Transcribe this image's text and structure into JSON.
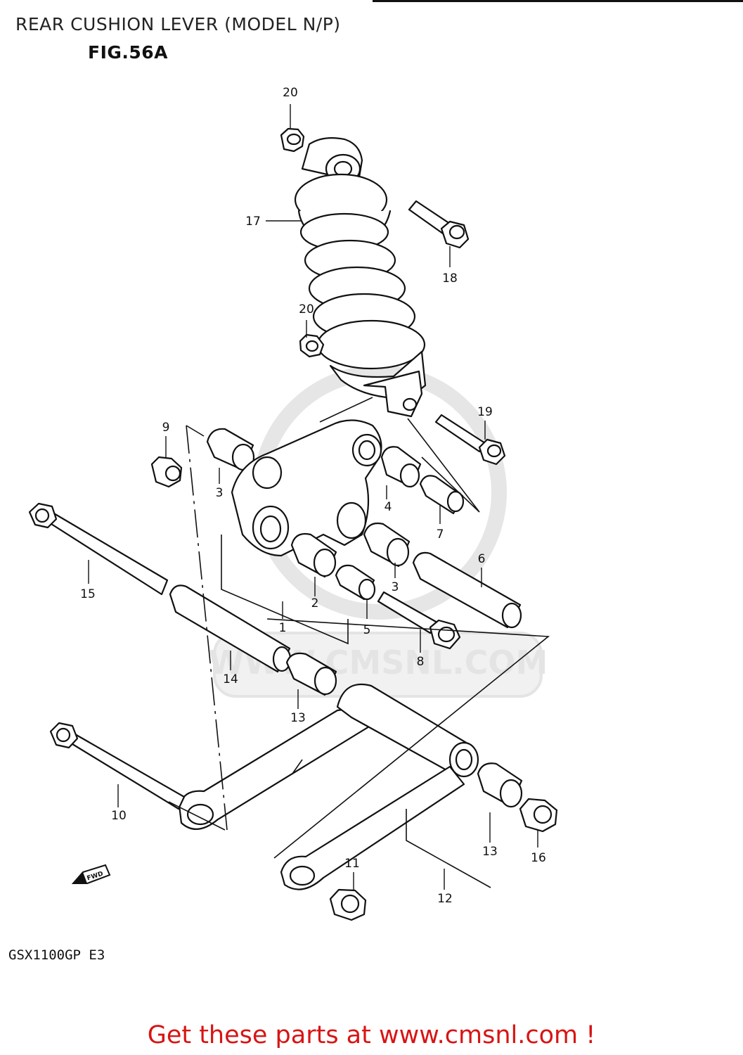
{
  "header": {
    "title": "REAR CUSHION LEVER (MODEL N/P)",
    "figure": "FIG.56A"
  },
  "watermark": "WWW.CMSNL.COM",
  "direction_marker": "FWD",
  "callouts": {
    "c1": "1",
    "c2": "2",
    "c3a": "3",
    "c3b": "3",
    "c4": "4",
    "c5": "5",
    "c6": "6",
    "c7": "7",
    "c8": "8",
    "c9": "9",
    "c10": "10",
    "c11": "11",
    "c12": "12",
    "c13a": "13",
    "c13b": "13",
    "c14": "14",
    "c15": "15",
    "c16": "16",
    "c17": "17",
    "c18": "18",
    "c19": "19",
    "c20a": "20",
    "c20b": "20"
  },
  "footer": {
    "model_code": "GSX1100GP E3",
    "promo": "Get these parts at www.cmsnl.com !"
  },
  "colors": {
    "line": "#111111",
    "promo": "#d81414",
    "watermark": "#e4e4e4"
  }
}
